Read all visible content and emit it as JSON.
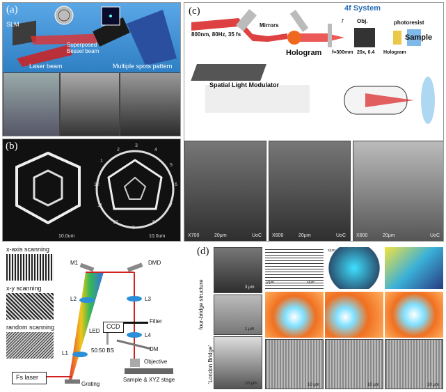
{
  "panel_a": {
    "label": "(a)",
    "slm": "SLM",
    "beam": "Superposed\nBessel beam",
    "laser": "Laser beam",
    "spots": "Multiple spots pattern",
    "colors": {
      "bg": "#3a8ed3",
      "laser": "#d02020",
      "pad": "#2a4f9e"
    }
  },
  "panel_b": {
    "label": "(b)",
    "scale_left": "10.0um",
    "scale_right": "10.0um",
    "numbers": [
      "1",
      "2",
      "3",
      "4",
      "5",
      "6",
      "7",
      "8",
      "9",
      "10",
      "11",
      "12"
    ]
  },
  "panel_c": {
    "label": "(c)",
    "laser_text": "800nm, 80Hz, 35 fs",
    "mirrors": "Mirrors",
    "system": "4f System",
    "photoresist": "photoresist",
    "sample": "Sample",
    "hologram_big": "Hologram",
    "f_text": "f=300mm",
    "obj_text": "20x, 0.4",
    "hologram_small": "Hologram",
    "f_label": "f",
    "obj_label": "Obj.",
    "slm_text": "Spatial Light Modulator",
    "sem": [
      {
        "mag": "X700",
        "scale": "20μm",
        "lab": "UoC"
      },
      {
        "mag": "X600",
        "scale": "20μm",
        "lab": "UoC"
      },
      {
        "mag": "X600",
        "scale": "20μm",
        "lab": "UoC"
      }
    ]
  },
  "panel_left": {
    "patterns": [
      "x-axis scanning",
      "x-y scanning",
      "random scanning"
    ],
    "fs_laser": "Fs laser",
    "grating": "Grating",
    "m1": "M1",
    "l2": "L2",
    "l1": "L1",
    "dmd": "DMD",
    "l3": "L3",
    "filter": "Filter",
    "ccd": "CCD",
    "l4": "L4",
    "led": "LED",
    "bs": "50:50 BS",
    "dm": "DM",
    "objective": "Objective",
    "stage": "Sample & XYZ stage"
  },
  "panel_d": {
    "label": "(d)",
    "row_label_1": "four-bridge structure",
    "row_label_2": "'London Bridge'",
    "scale_1": "3 μm",
    "scale_2": "1 μm",
    "scale_3": "10 μm",
    "axis_y": "y/μm",
    "axis_x": "x/μm",
    "axis_z": "z/μm",
    "bottom_scales": [
      "10 μm",
      "10 μm",
      "10 μm"
    ]
  }
}
